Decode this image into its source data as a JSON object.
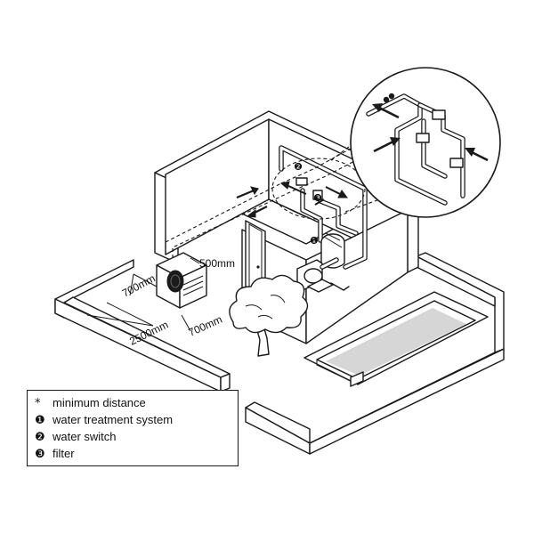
{
  "dimensions": {
    "d500": "500mm",
    "d700_left": "700mm",
    "d700_right": "700mm",
    "d2500": "2500mm"
  },
  "markers": {
    "m1": "❶",
    "m2": "❷",
    "m3": "❸"
  },
  "legend": [
    {
      "symbol": "*",
      "text": "minimum distance"
    },
    {
      "symbol": "❶",
      "text": "water treatment system"
    },
    {
      "symbol": "❷",
      "text": "water switch"
    },
    {
      "symbol": "❸",
      "text": "filter"
    }
  ]
}
